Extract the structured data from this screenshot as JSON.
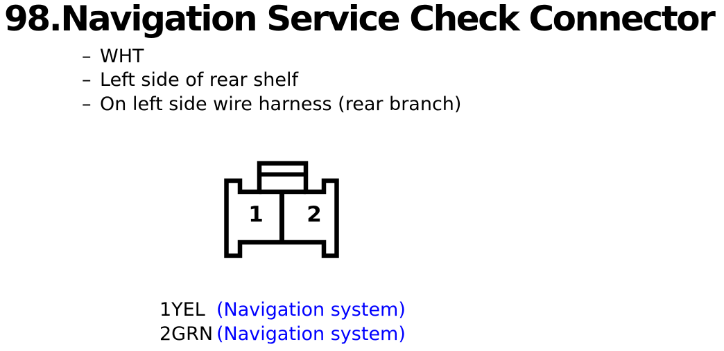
{
  "title": "98.Navigation Service Check Connector",
  "notes": {
    "bullet": "–",
    "items": [
      "WHT",
      "Left side of rear shelf",
      "On left side wire harness (rear branch)"
    ]
  },
  "connector": {
    "pin1_label": "1",
    "pin2_label": "2"
  },
  "pin_assignments": [
    {
      "code": "1YEL",
      "system": "(Navigation system)"
    },
    {
      "code": "2GRN",
      "system": "(Navigation system)"
    }
  ],
  "colors": {
    "text": "#000000",
    "system_text": "#0000ff",
    "background": "#ffffff"
  }
}
